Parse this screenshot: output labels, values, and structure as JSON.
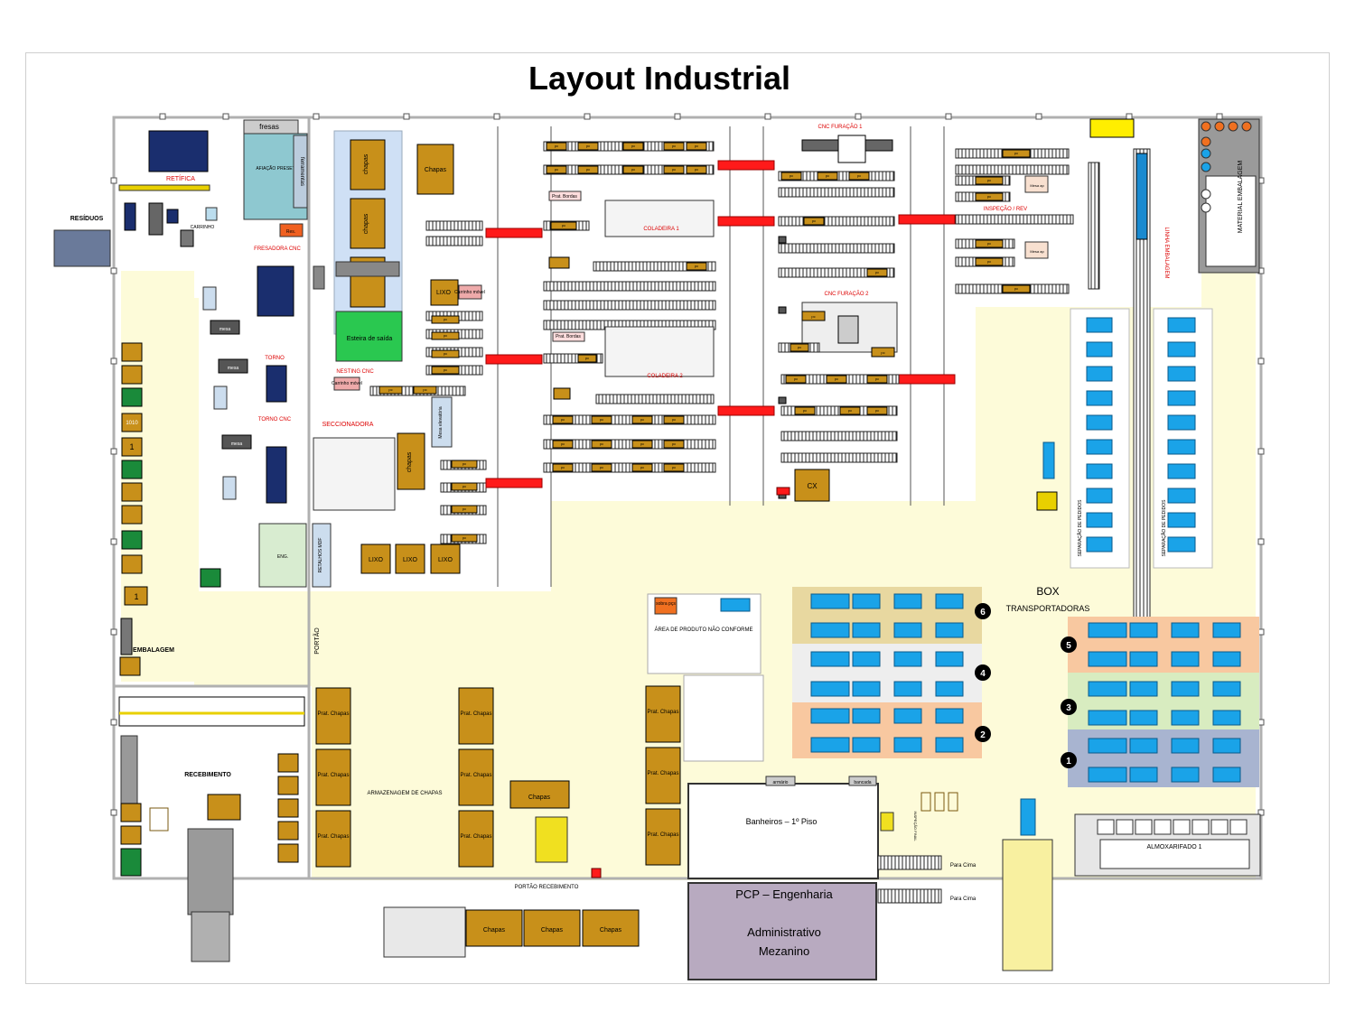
{
  "title": "Layout Industrial",
  "areas": {
    "residuos": "RESÍDUOS",
    "retifica": "RETÍFICA",
    "fresas": "fresas",
    "afiacao": "AFIAÇÃO PRESET",
    "ferramentas": "ferramentas",
    "carrinho": "CARRINHO",
    "res": "Res.",
    "fresadora": "FRESADORA CNC",
    "torno": "TORNO",
    "torno_cnc": "TORNO CNC",
    "mesa": "mesa",
    "eng": "ENG.",
    "embalagem": "EMBALAGEM",
    "nesting": "NESTING CNC",
    "esteira": "Esteira de saída",
    "carrinho_movel": "Carrinho móvel",
    "lixo": "LIXO",
    "seccionadora": "SECCIONADORA",
    "retalhos": "RETALHOS MDF",
    "mesa_elevatoria": "Mesa elevatória",
    "chapas": "Chapas",
    "chapas_lower": "chapas",
    "pc": "pc",
    "prat_bordas": "Prat. Bordas",
    "coladeira1": "COLADEIRA 1",
    "coladeira2": "COLADEIRA 2",
    "cnc_furacao1": "CNC FURAÇÃO 1",
    "cnc_furacao2": "CNC FURAÇÃO 2",
    "cx": "CX",
    "inspecao": "INSPEÇÃO / REV",
    "linha_embalagem": "LINHA EMBALAGEM",
    "material_embalagem": "MATERIAL EMBALAGEM",
    "separacao": "SEPARAÇÃO DE PEDIDOS",
    "box": "BOX",
    "transportadoras": "TRANSPORTADORAS",
    "portao": "PORTÃO",
    "recebimento": "RECEBIMENTO",
    "prat_chapas": "Prat. Chapas",
    "armazenagem": "ARMAZENAGEM DE CHAPAS",
    "sobra_pcs": "sobra pçs",
    "nao_conforme": "ÁREA DE PRODUTO NÃO CONFORME",
    "armario": "armário",
    "bancada": "bancada",
    "banheiros": "Banheiros – 1º Piso",
    "inspecao_final": "INSPEÇÃO FINAL",
    "para_cima": "Para Cima",
    "portao_recebimento": "PORTÃO RECEBIMENTO",
    "pcp": "PCP – Engenharia",
    "administrativo": "Administrativo",
    "mezanino": "Mezanino",
    "almoxarifado": "ALMOXARIFADO 1",
    "bloco_1": "1",
    "bloco_1010": "1010",
    "mesa_ap": "Mesa ap"
  },
  "box_numbers": [
    "6",
    "4",
    "2",
    "5",
    "3",
    "1"
  ],
  "colors": {
    "wood": "#c8901a",
    "blue": "#1aa3e8",
    "navy": "#1a2e6e",
    "red": "#ff1a1a",
    "floor": "#fdfbd9",
    "wall": "#b0b0b0",
    "tan": "#e8d8a0",
    "orange": "#f8c8a0",
    "green": "#d8ecc0",
    "slate": "#a8b4d0",
    "grey": "#eeeeee",
    "mezz": "#b8aac0"
  }
}
